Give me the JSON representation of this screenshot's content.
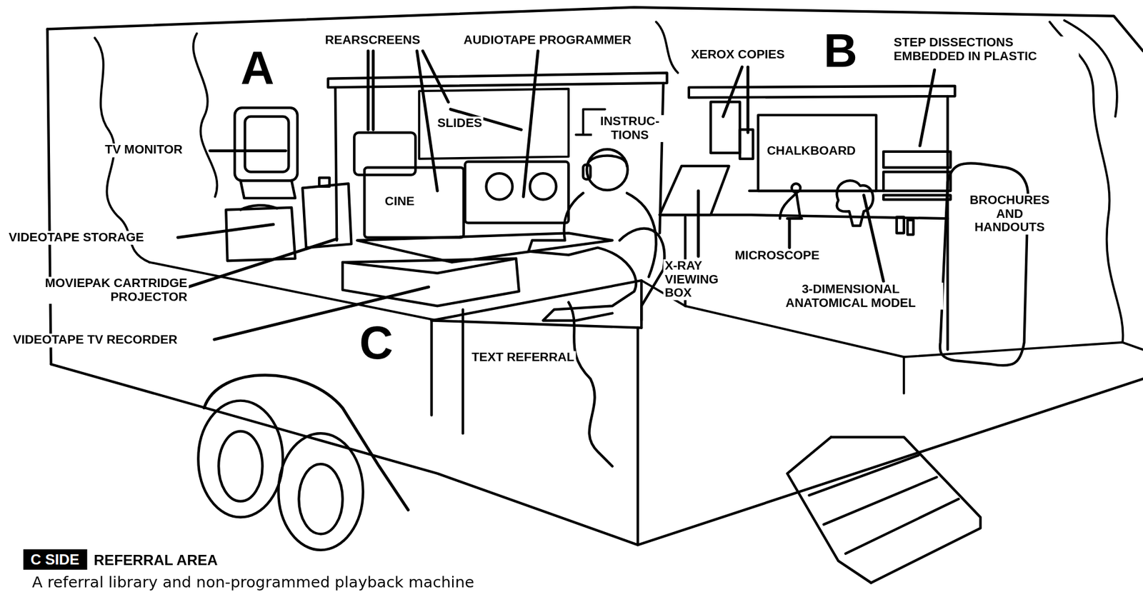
{
  "diagram": {
    "caption": "A referral library and non-programmed playback machine",
    "nodes": [
      {
        "text": [
          "C SIDE"
        ]
      }
    ],
    "labels": [
      "A",
      "REARSCREENS",
      "AUDIOTAPE PROGRAMMER",
      "XEROX COPIES",
      "B",
      "STEP DISSECTIONS EMBEDDED IN PLASTIC",
      "SLIDES",
      "INSTRUC- TIONS",
      "TV MONITOR",
      "CHALKBOARD",
      "CINE",
      "BROCHURES AND HANDOUTS",
      "VIDEOTAPE STORAGE",
      "MOVIEPAK CARTRIDGE PROJECTOR",
      "X-RAY VIEWING BOX",
      "MICROSCOPE",
      "3-DIMENSIONAL ANATOMICAL MODEL",
      "VIDEOTAPE TV RECORDER",
      "C",
      "TEXT REFERRAL",
      "REFERRAL AREA"
    ]
  }
}
